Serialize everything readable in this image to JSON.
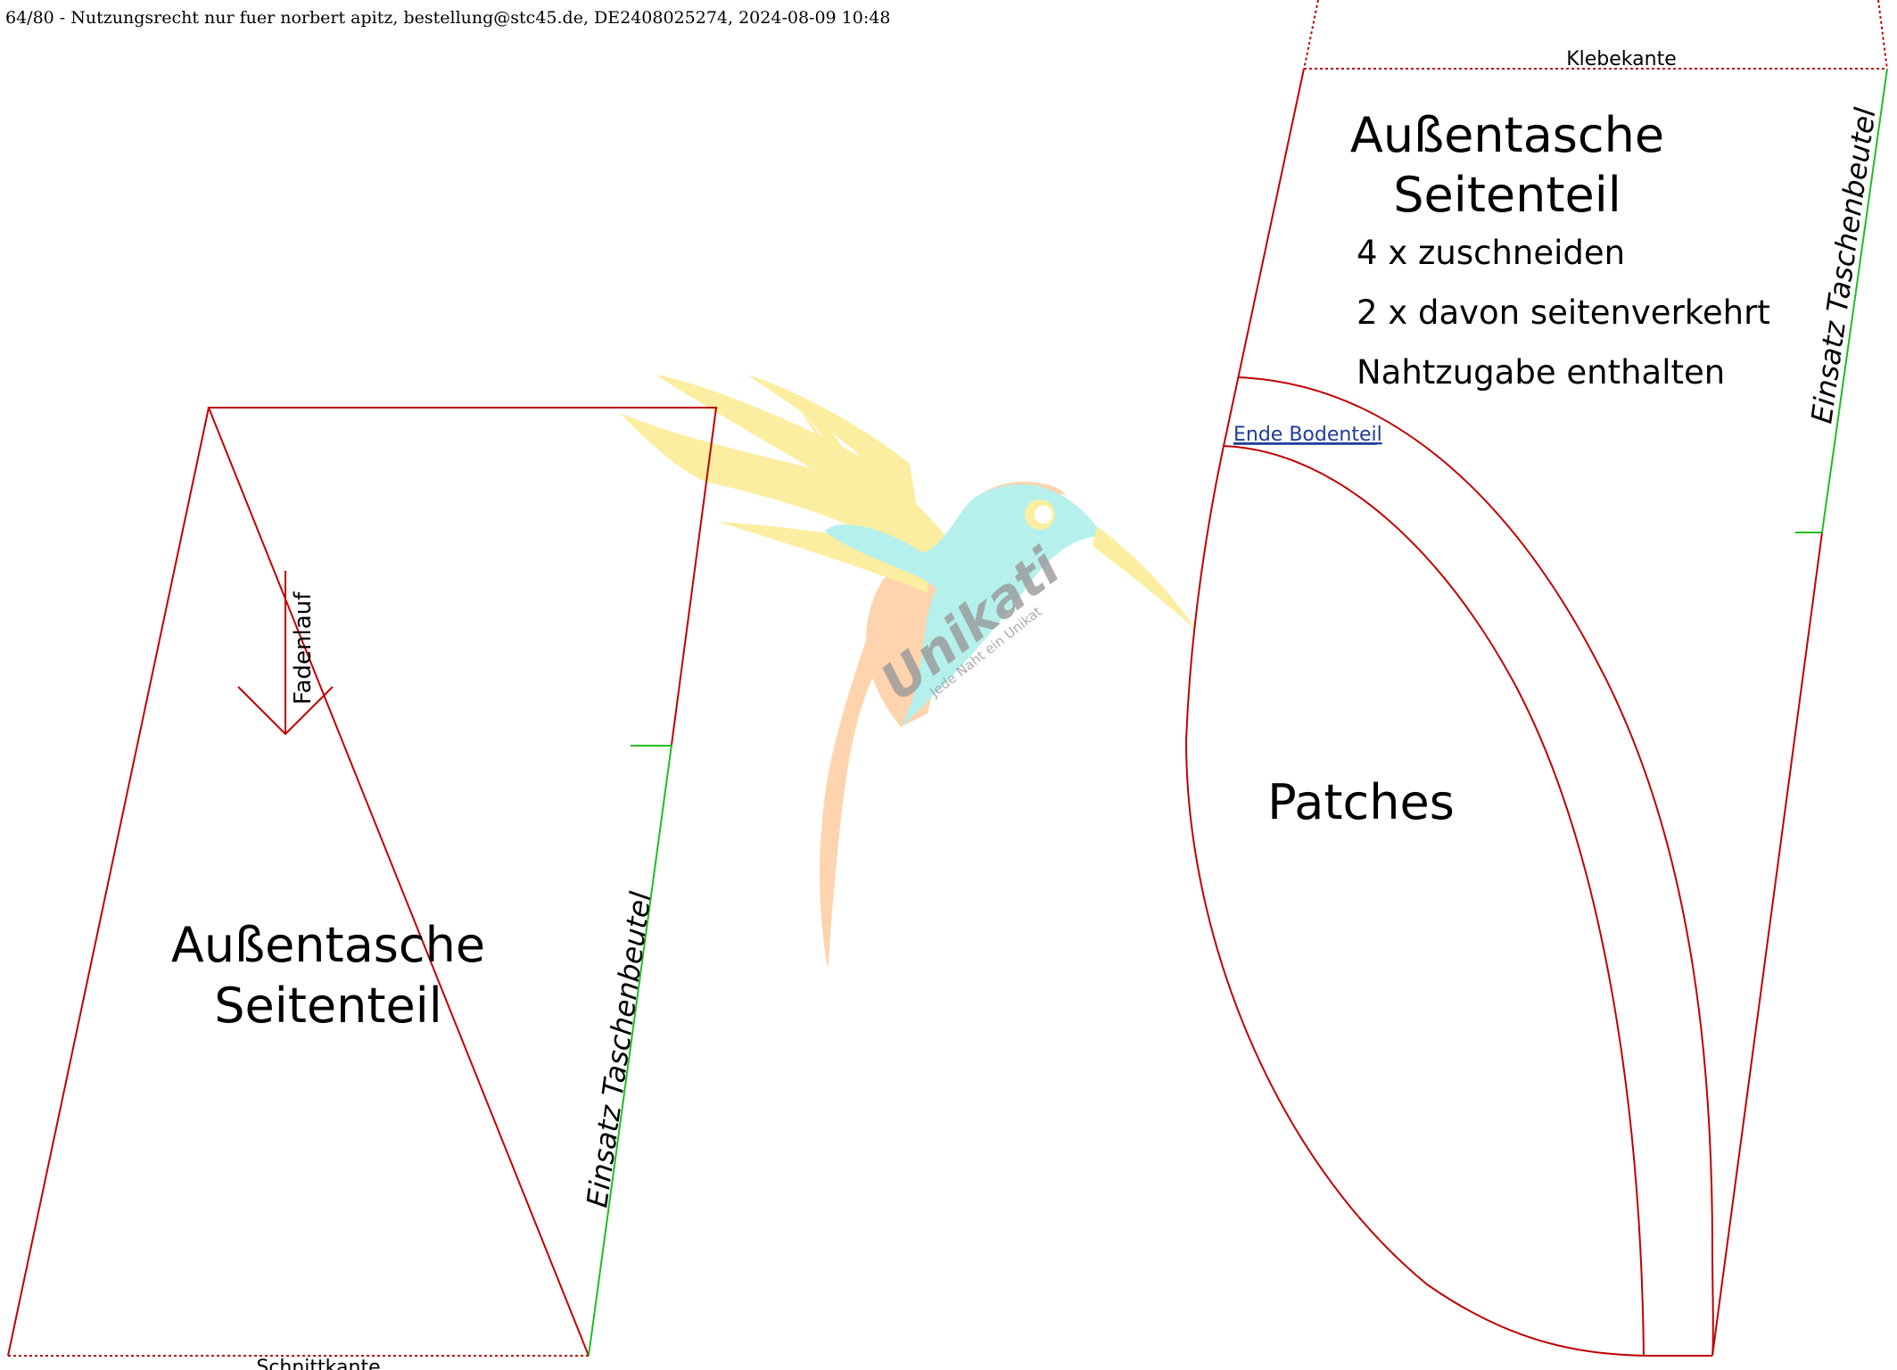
{
  "header": {
    "license_line": "64/80 - Nutzungsrecht nur fuer norbert apitz, bestellung@stc45.de, DE2408025274, 2024-08-09 10:48"
  },
  "colors": {
    "cut_line": "#c00000",
    "insert_edge": "#22bb22",
    "link_text": "#1f3a9a",
    "text": "#000000",
    "bird_body": "#b5f0ec",
    "bird_wing": "#fbeea0",
    "bird_tail": "#fdd4ae",
    "watermark_text": "#999999"
  },
  "left_piece": {
    "title_line1": "Außentasche",
    "title_line2": "Seitenteil",
    "grain_label": "Fadenlauf",
    "grain_icon": "arrow-down-icon",
    "insert_label": "Einsatz Taschenbeutel",
    "bottom_label": "Schnittkante"
  },
  "right_piece": {
    "top_label": "Klebekante",
    "title_line1": "Außentasche",
    "title_line2": "Seitenteil",
    "instruction1": "4 x zuschneiden",
    "instruction2": "2 x davon seitenverkehrt",
    "instruction3": "Nahtzugabe enthalten",
    "link_label": "Ende Bodenteil",
    "patches_label": "Patches",
    "insert_label": "Einsatz Taschenbeutel"
  },
  "watermark": {
    "brand": "Unikati",
    "tagline": "Jede Naht ein Unikat",
    "icon": "hummingbird-logo-icon"
  }
}
